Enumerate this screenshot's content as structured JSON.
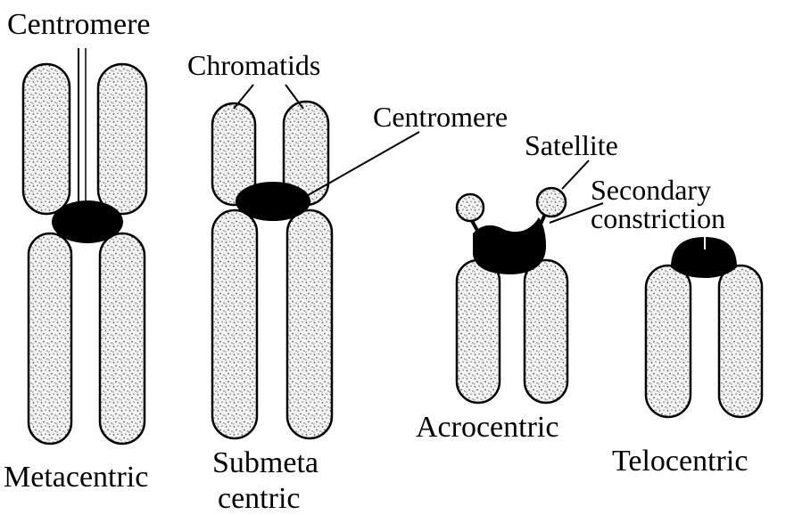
{
  "labels": {
    "centromere_top": "Centromere",
    "chromatids": "Chromatids",
    "centromere_mid": "Centromere",
    "satellite": "Satellite",
    "secondary_constriction_1": "Secondary",
    "secondary_constriction_2": "constriction",
    "metacentric": "Metacentric",
    "submeta_1": "Submeta",
    "submeta_2": "centric",
    "acrocentric": "Acrocentric",
    "telocentric": "Telocentric"
  },
  "colors": {
    "ink": "#000000",
    "chromatid_fill": "#f4f4f4",
    "speckle": "#5a5a5a",
    "centromere": "#000000",
    "background": "#ffffff"
  }
}
